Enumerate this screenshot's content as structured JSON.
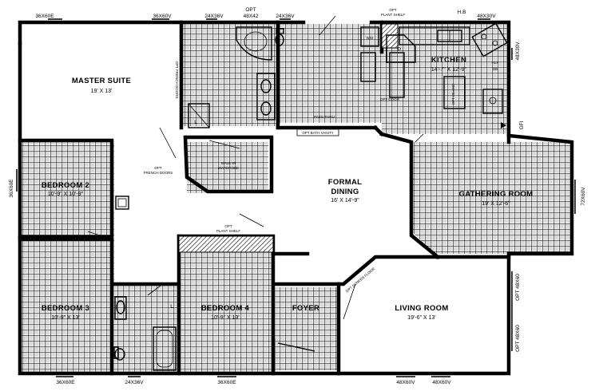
{
  "rooms": {
    "master_suite": {
      "name": "MASTER SUITE",
      "dim": "19' X 13'"
    },
    "bedroom2": {
      "name": "BEDROOM 2",
      "dim": "10'-9\" X 10'-9\""
    },
    "bedroom3": {
      "name": "BEDROOM 3",
      "dim": "10'-9\" X 13'"
    },
    "bedroom4": {
      "name": "BEDROOM 4",
      "dim": "10'-9\" X 13'"
    },
    "kitchen": {
      "name": "KITCHEN",
      "dim": "14'-7\" X 12'-9\""
    },
    "formal_dining": {
      "name": "FORMAL",
      "name2": "DINING",
      "dim": "16' X 14'-9\""
    },
    "gathering_room": {
      "name": "GATHERING ROOM",
      "dim": "19' X 12'-6\""
    },
    "living_room": {
      "name": "LIVING ROOM",
      "dim": "19'-6\" X 13'"
    },
    "foyer": {
      "name": "FOYER"
    },
    "walk_in_wardrobe": {
      "line1": "WALK-IN",
      "line2": "WARDROBE"
    }
  },
  "windows": {
    "top": [
      "36X60E",
      "36X60V",
      "24X36V",
      "24X36V",
      "48X30V"
    ],
    "top_opt": "OPT",
    "top_opt_size": "48X42",
    "right": [
      "48X30V",
      "72X60V",
      "OPT 48X60",
      "OPT 48X60"
    ],
    "left": [
      "36X60E"
    ],
    "bottom": [
      "36X60E",
      "24X36V",
      "36X60E",
      "48X60V",
      "48X60V"
    ]
  },
  "notes": {
    "plant_shelf_top_1": "OPT",
    "plant_shelf_top_2": "PLANT SHELF",
    "plant_shelf_mid_1": "OPT",
    "plant_shelf_mid_2": "PLANT SHELF",
    "hb": "H.B",
    "gfi": "GFI",
    "french_doors_1": "OPT",
    "french_doors_2": "FRENCH DOORS",
    "opt_french_doors": "OPT FRENCH DOORS",
    "opt_bath_vanity": "OPT BATH VANITY",
    "opt_door": "OPT DOOR",
    "pass_thru": "PASS-THRU",
    "opt_sunken_floor": "OPT SUNKEN FLOOR",
    "wd": "W/D",
    "pantry": "P",
    "linen": "L",
    "linen2": "L",
    "ref": "REF",
    "db": "DB",
    "island": "OPT ISLAND"
  },
  "colors": {
    "wall": "#000000",
    "tile": "#000000",
    "background": "#ffffff"
  }
}
